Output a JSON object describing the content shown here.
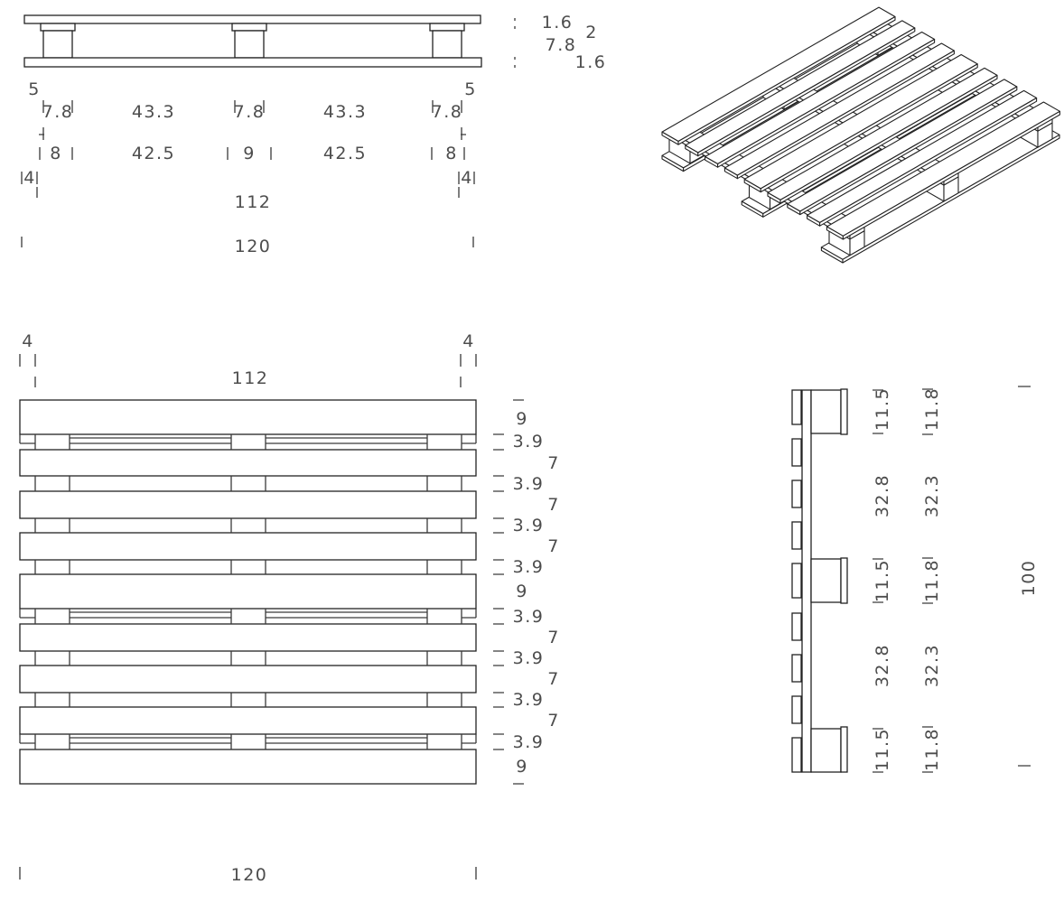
{
  "front_view": {
    "edge_left": "5",
    "edge_right": "5",
    "row1": [
      "7.8",
      "43.3",
      "7.8",
      "43.3",
      "7.8"
    ],
    "row2": [
      "8",
      "42.5",
      "9",
      "42.5",
      "8"
    ],
    "offset_left": "4",
    "offset_right": "4",
    "span_inner": "112",
    "span_total": "120",
    "thickness_dims": [
      "1.6",
      "2",
      "7.8",
      "1.6"
    ]
  },
  "plan_view": {
    "offset_left": "4",
    "offset_right": "4",
    "span_inner": "112",
    "span_total": "120",
    "right_dims": [
      "9",
      "3.9",
      "7",
      "3.9",
      "7",
      "3.9",
      "7",
      "3.9",
      "9",
      "3.9",
      "7",
      "3.9",
      "7",
      "3.9",
      "7",
      "3.9",
      "9"
    ]
  },
  "side_view": {
    "left_col": [
      "11.5",
      "32.8",
      "11.5",
      "32.8",
      "11.5"
    ],
    "right_col": [
      "11.8",
      "32.3",
      "11.8",
      "32.3",
      "11.8"
    ],
    "overall": "100"
  },
  "colors": {
    "line": "#222222",
    "text": "#4d4d4d",
    "background": "#ffffff"
  }
}
